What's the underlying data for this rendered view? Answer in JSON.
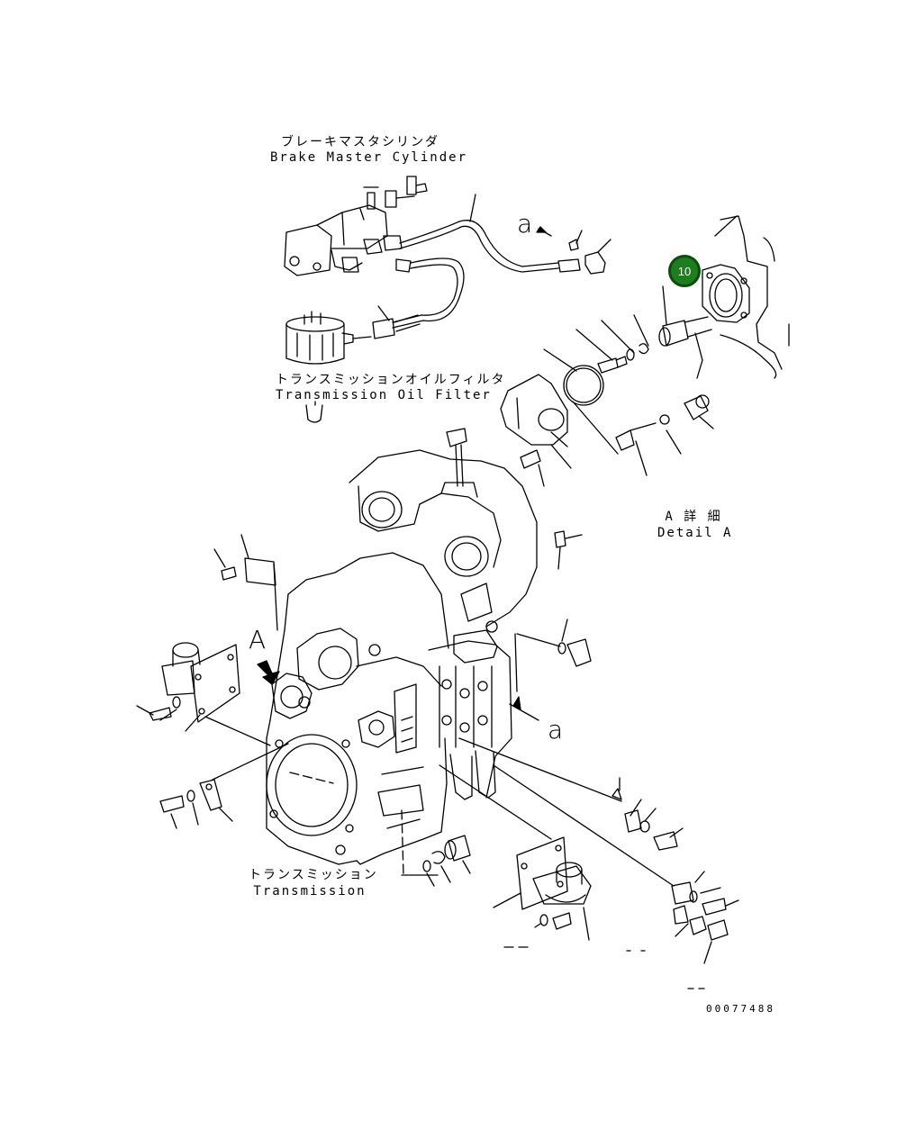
{
  "labels": {
    "brake_master_cylinder_jp": "ブレーキマスタシリンダ",
    "brake_master_cylinder_en": "Brake Master Cylinder",
    "transmission_oil_filter_jp": "トランスミッションオイルフィルタ",
    "transmission_oil_filter_en": "Transmission Oil Filter",
    "detail_a_jp": "A 詳 細",
    "detail_a_en": "Detail A",
    "transmission_jp": "トランスミッション",
    "transmission_en": "Transmission",
    "view_a": "A",
    "ref_a_top": "a",
    "ref_a_bottom": "a"
  },
  "callout": {
    "number": "10",
    "color": "#1e7d1e"
  },
  "drawing_code": "00077488"
}
